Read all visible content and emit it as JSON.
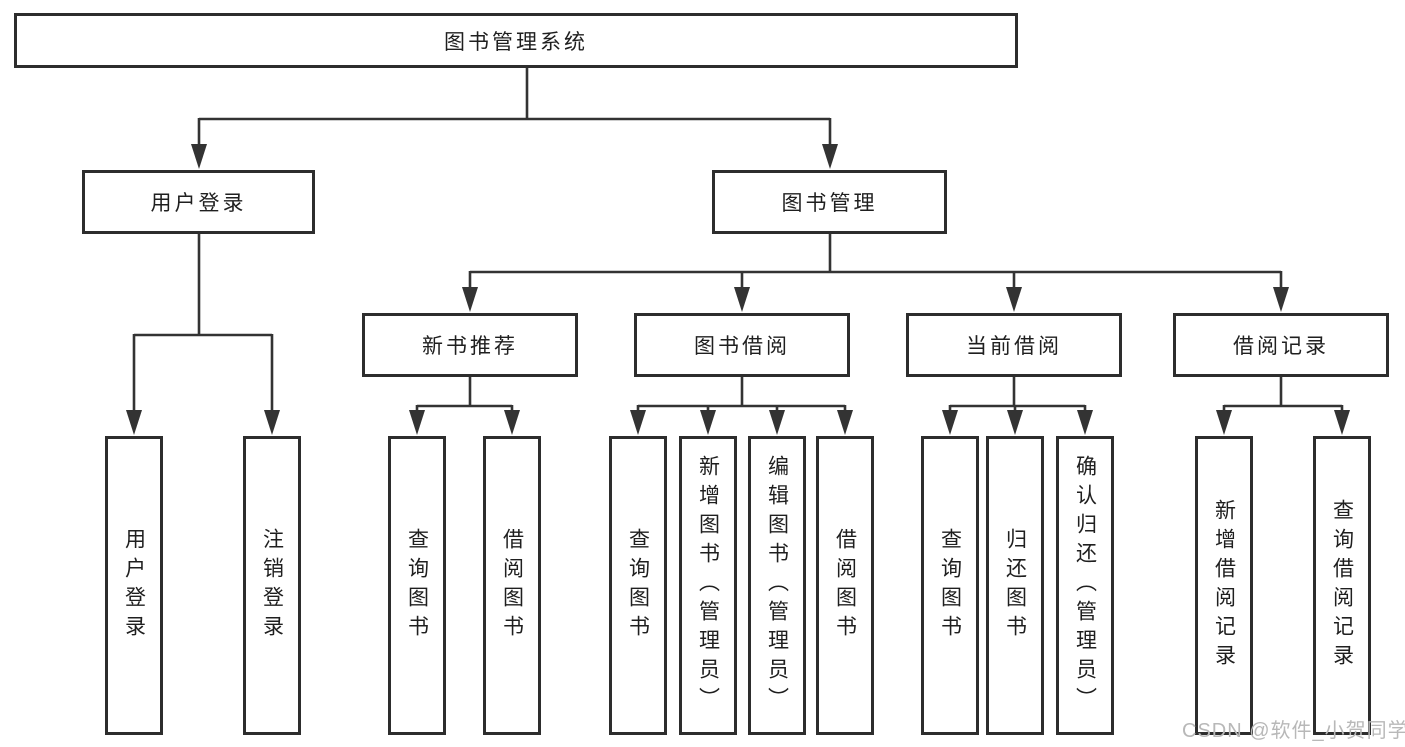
{
  "diagram": {
    "root": "图书管理系统",
    "level2": {
      "user_login": "用户登录",
      "book_management": "图书管理"
    },
    "level3": {
      "new_books": "新书推荐",
      "book_borrow": "图书借阅",
      "current_borrow": "当前借阅",
      "borrow_records": "借阅记录"
    },
    "leaves": {
      "user_login": [
        "用户登录",
        "注销登录"
      ],
      "new_books": [
        "查询图书",
        "借阅图书"
      ],
      "book_borrow": [
        "查询图书",
        "新增图书（管理员）",
        "编辑图书（管理员）",
        "借阅图书"
      ],
      "current_borrow": [
        "查询图书",
        "归还图书",
        "确认归还（管理员）"
      ],
      "borrow_records": [
        "新增借阅记录",
        "查询借阅记录"
      ]
    }
  },
  "watermark": "CSDN @软件_小贺同学",
  "colors": {
    "line": "#333333",
    "border": "#2d2d2d",
    "text": "#1f1f1f",
    "watermark": "#b8b8b8",
    "background": "#ffffff"
  }
}
